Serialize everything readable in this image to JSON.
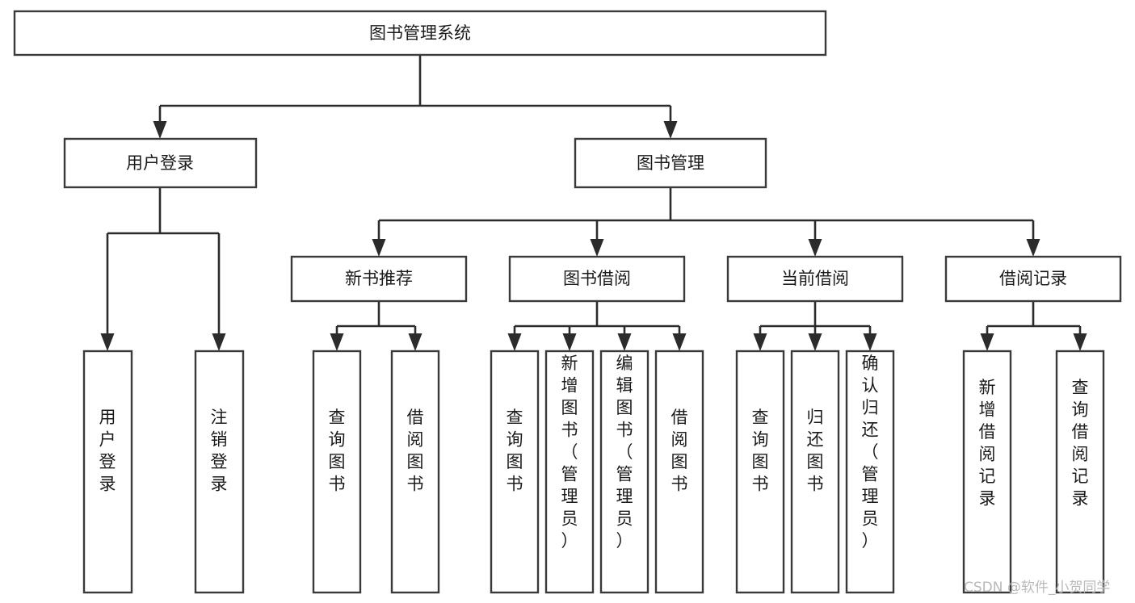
{
  "diagram": {
    "type": "hierarchy-tree",
    "title": "图书管理系统",
    "background_color": "#ffffff",
    "box_stroke_color": "#3a3a3a",
    "connector_color": "#2b2b2b",
    "text_color": "#1b1b1b",
    "root": {
      "id": "root",
      "label": "图书管理系统",
      "orientation": "horizontal"
    },
    "level2": [
      {
        "id": "user-login",
        "label": "用户登录",
        "orientation": "horizontal"
      },
      {
        "id": "book-manage",
        "label": "图书管理",
        "orientation": "horizontal"
      }
    ],
    "level3": [
      {
        "id": "new-book-recommend",
        "label": "新书推荐",
        "orientation": "horizontal",
        "parent": "book-manage"
      },
      {
        "id": "book-borrow",
        "label": "图书借阅",
        "orientation": "horizontal",
        "parent": "book-manage"
      },
      {
        "id": "current-borrow",
        "label": "当前借阅",
        "orientation": "horizontal",
        "parent": "book-manage"
      },
      {
        "id": "borrow-record",
        "label": "借阅记录",
        "orientation": "horizontal",
        "parent": "book-manage"
      }
    ],
    "leaves": [
      {
        "id": "leaf-user-login",
        "label": "用户登录",
        "orientation": "vertical",
        "parent": "user-login"
      },
      {
        "id": "leaf-logout",
        "label": "注销登录",
        "orientation": "vertical",
        "parent": "user-login"
      },
      {
        "id": "leaf-query-book-1",
        "label": "查询图书",
        "orientation": "vertical",
        "parent": "new-book-recommend"
      },
      {
        "id": "leaf-borrow-book-1",
        "label": "借阅图书",
        "orientation": "vertical",
        "parent": "new-book-recommend"
      },
      {
        "id": "leaf-query-book-2",
        "label": "查询图书",
        "orientation": "vertical",
        "parent": "book-borrow"
      },
      {
        "id": "leaf-add-book",
        "label": "新增图书（管理员）",
        "orientation": "vertical",
        "parent": "book-borrow"
      },
      {
        "id": "leaf-edit-book",
        "label": "编辑图书（管理员）",
        "orientation": "vertical",
        "parent": "book-borrow"
      },
      {
        "id": "leaf-borrow-book-2",
        "label": "借阅图书",
        "orientation": "vertical",
        "parent": "book-borrow"
      },
      {
        "id": "leaf-query-book-3",
        "label": "查询图书",
        "orientation": "vertical",
        "parent": "current-borrow"
      },
      {
        "id": "leaf-return-book",
        "label": "归还图书",
        "orientation": "vertical",
        "parent": "current-borrow"
      },
      {
        "id": "leaf-confirm-return",
        "label": "确认归还（管理员）",
        "orientation": "vertical",
        "parent": "current-borrow"
      },
      {
        "id": "leaf-add-record",
        "label": "新增借阅记录",
        "orientation": "vertical",
        "parent": "borrow-record"
      },
      {
        "id": "leaf-query-record",
        "label": "查询借阅记录",
        "orientation": "vertical",
        "parent": "borrow-record"
      }
    ]
  },
  "watermark": {
    "label": "CSDN @软件_小贺同学",
    "color": "#b9b9b9"
  }
}
